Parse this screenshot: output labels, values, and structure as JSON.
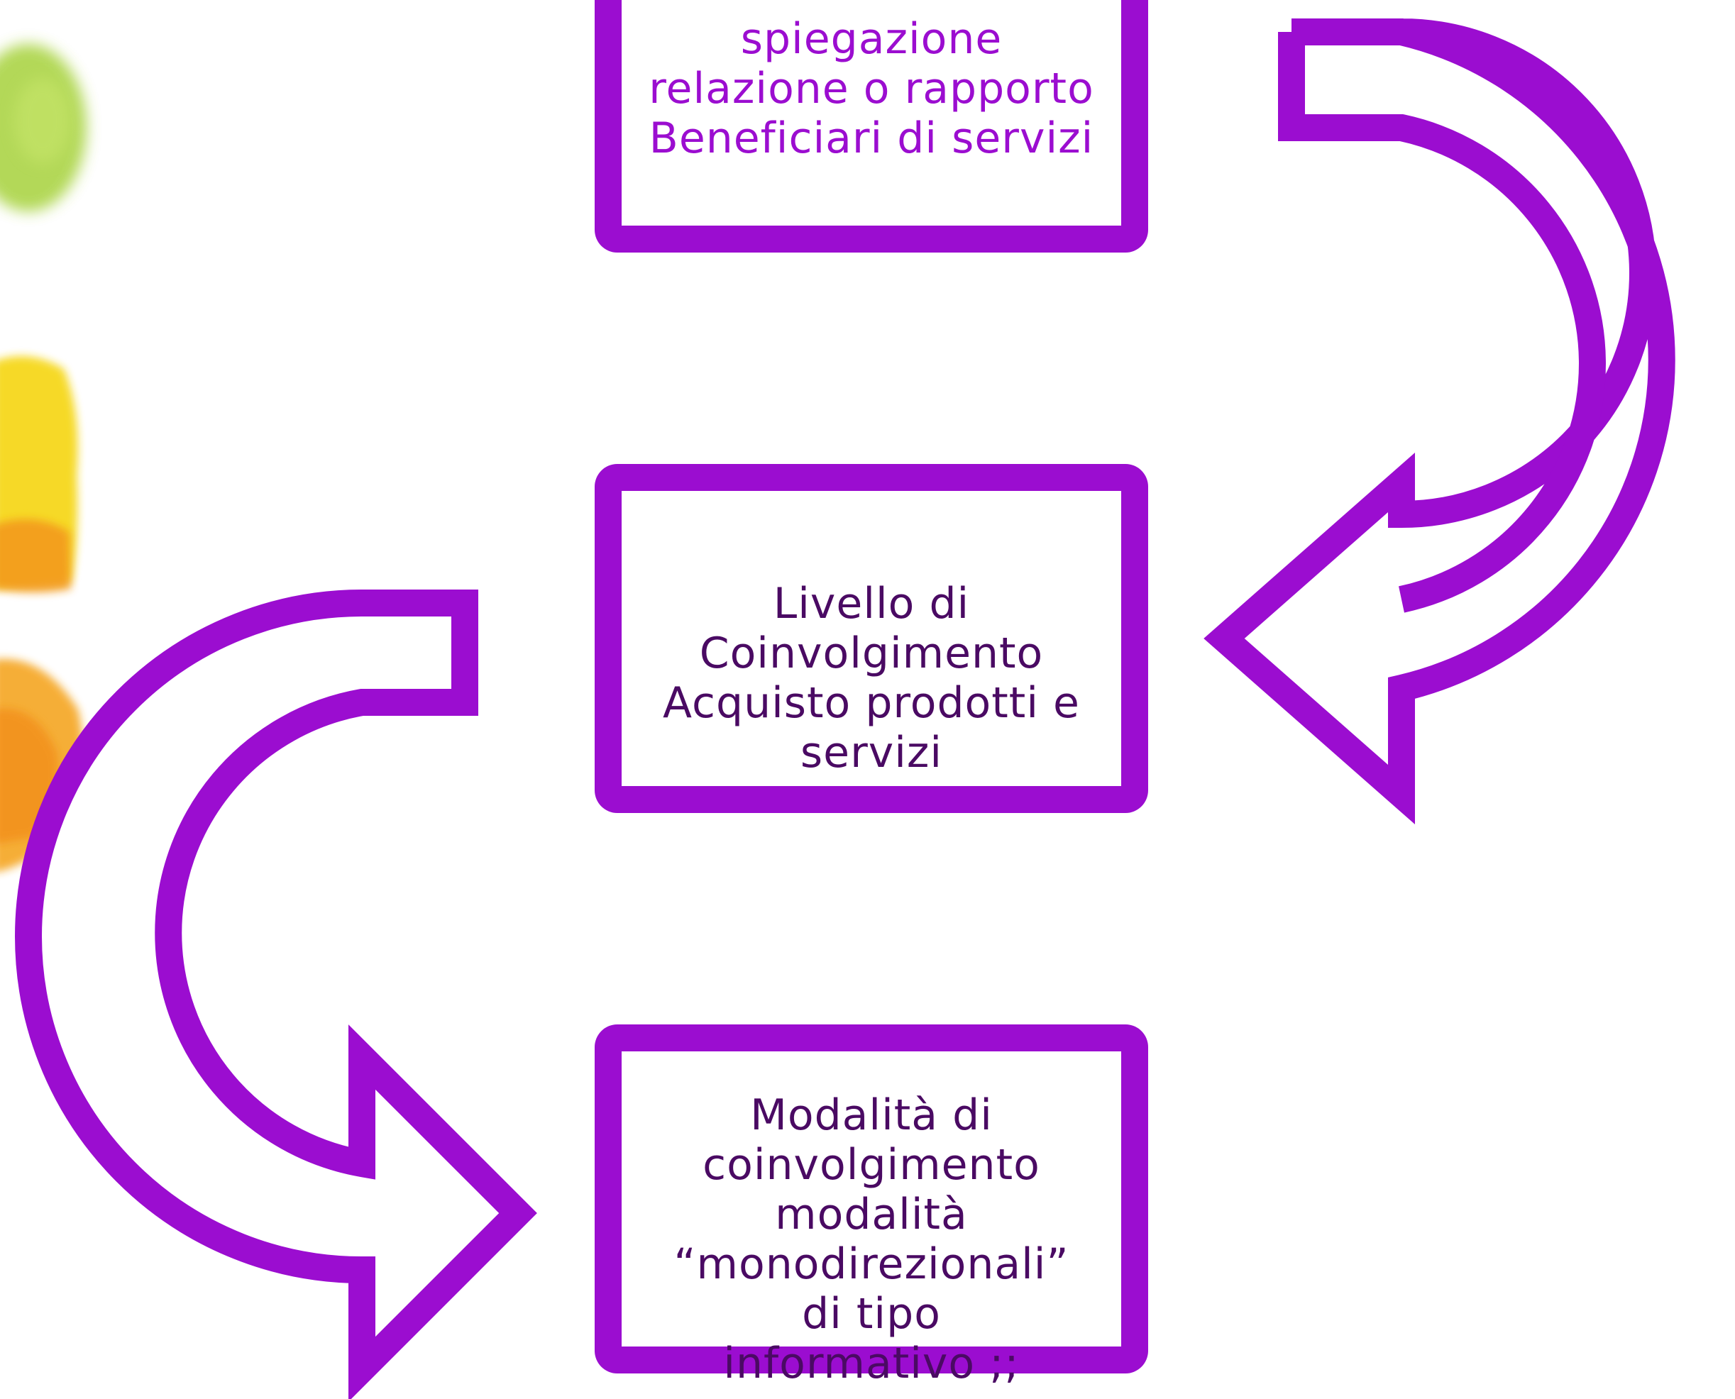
{
  "colors": {
    "accent": "#9b0dd0",
    "text_dark": "#4a0a63",
    "blob_green": "#a6d23a",
    "blob_yellow": "#f6d81a",
    "blob_orange": "#f39a1c"
  },
  "boxes": {
    "top": {
      "lines": [
        "spiegazione",
        "relazione o rapporto",
        "Beneficiari di servizi"
      ]
    },
    "middle": {
      "lines": [
        "Livello di",
        "Coinvolgimento",
        "Acquisto prodotti e",
        "servizi"
      ]
    },
    "bottom": {
      "lines": [
        "Modalità di",
        "coinvolgimento",
        "modalità",
        "“monodirezionali”",
        "di tipo",
        "informativo ;;"
      ]
    }
  },
  "arrows": {
    "right": {
      "icon": "curved-arrow-down-left-icon"
    },
    "left": {
      "icon": "curved-arrow-down-right-icon"
    }
  }
}
